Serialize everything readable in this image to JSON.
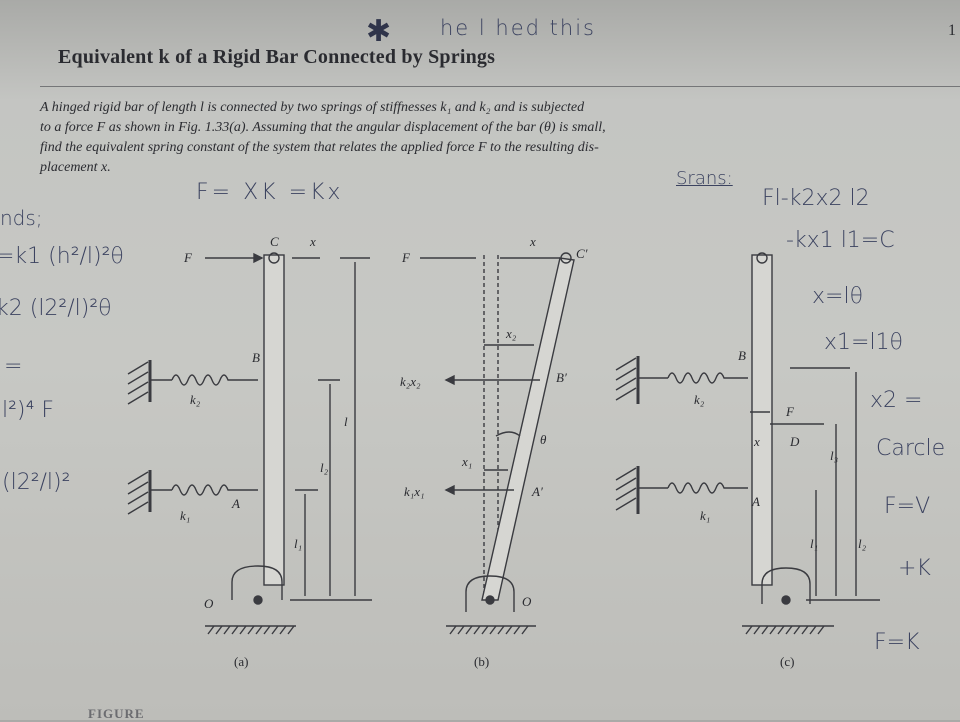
{
  "page": {
    "number": "1",
    "bottom_text": "FIGURE"
  },
  "handwriting": {
    "top_note": "he l hed this",
    "star": "✱",
    "force_eq": "F= XK =Kx",
    "srans": "Srans:",
    "left": [
      "nds;",
      "=k1 (h²/l)²θ",
      "k2 (l2²/l)²θ",
      "=",
      "l²)⁴ F",
      "(l2²/l)²"
    ],
    "right": [
      "Fl-k2x2 l2",
      "-kx1 l1=C",
      "x=lθ",
      "x1=l1θ",
      "x2 =",
      "Carcle",
      "F=V",
      "+K",
      "F=K"
    ]
  },
  "title": "Equivalent k of a Rigid Bar Connected by Springs",
  "problem_lines": [
    "A hinged rigid bar of length l is connected by two springs of stiffnesses k₁ and k₂ and is subjected",
    "to a force F as shown in Fig. 1.33(a). Assuming that the angular displacement of the bar (θ) is small,",
    "find the equivalent spring constant of the system that relates the applied force F to the resulting dis-",
    "placement x."
  ],
  "figure_labels": {
    "a": {
      "F": "F",
      "C": "C",
      "x": "x",
      "B": "B",
      "A": "A",
      "O": "O",
      "k1": "k₁",
      "k2": "k₂",
      "l": "l",
      "l1": "l₁",
      "l2": "l₂",
      "caption": "(a)"
    },
    "b": {
      "F": "F",
      "x": "x",
      "C": "C′",
      "B": "B′",
      "A": "A′",
      "O": "O",
      "k2x2": "k₂x₂",
      "k1x1": "k₁x₁",
      "x2": "x₂",
      "x1": "x₁",
      "theta": "θ",
      "caption": "(b)"
    },
    "c": {
      "B": "B",
      "A": "A",
      "F": "F",
      "D": "D",
      "x": "x",
      "k1": "k₁",
      "k2": "k₂",
      "l1": "l₁",
      "l2": "l₂",
      "l3": "l₃",
      "caption": "(c)"
    }
  }
}
